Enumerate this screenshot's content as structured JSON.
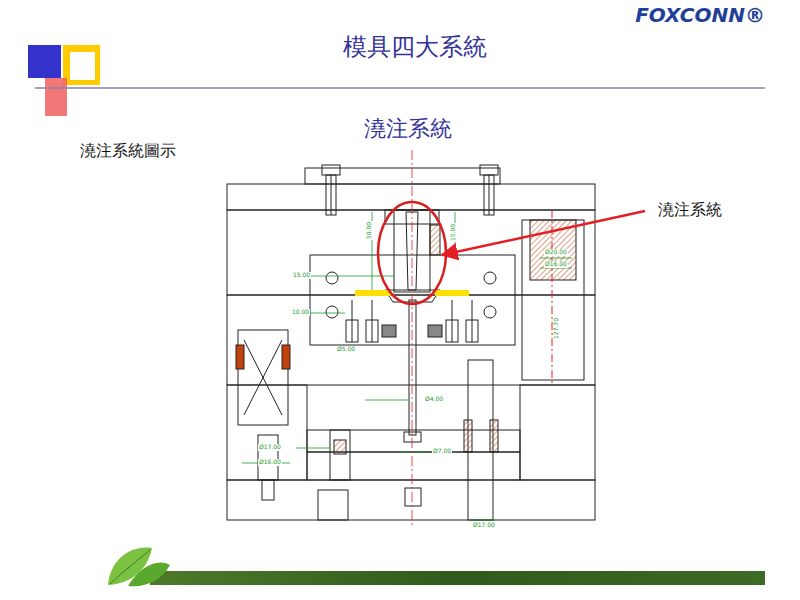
{
  "diagram": {
    "title": "模具四大系統",
    "labels": [
      "FOXCONN®",
      "澆注系統",
      "澆注系統圖示",
      "澆注系統",
      "50.00",
      "15.00",
      "15.00",
      "10.00",
      "Ø5.00",
      "Ø4.00",
      "Ø7.00",
      "Ø17.00",
      "Ø16.00",
      "Ø20.00",
      "Ø16.00",
      "127.70",
      "Ø17.00"
    ]
  }
}
